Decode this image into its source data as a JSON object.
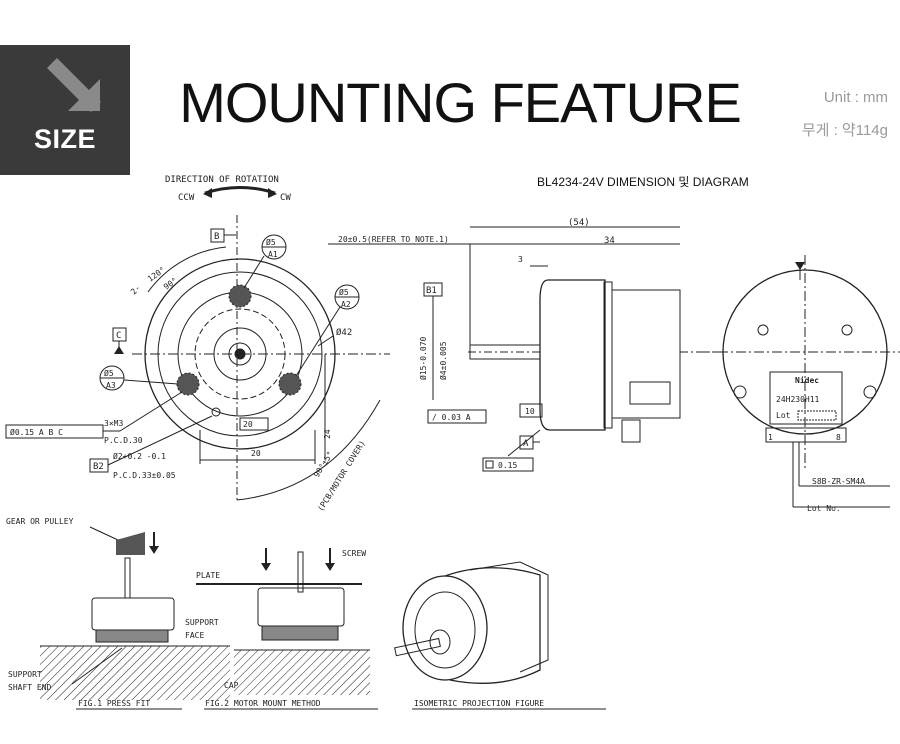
{
  "badge": {
    "label": "SIZE",
    "icon": "arrow-down-right-icon"
  },
  "title": "MOUNTING FEATURE",
  "unit": "Unit : mm",
  "weight": "무게 : 약114g",
  "subtitle": "BL4234-24V  DIMENSION 및 DIAGRAM",
  "front_view": {
    "rotation_title": "DIRECTION OF ROTATION",
    "ccw": "CCW",
    "cw": "CW",
    "datum_b": "B",
    "datum_c": "C",
    "dim_120": "120°",
    "dim_90": "90°",
    "dim_2x": "2-",
    "hole_a1": "Ø5",
    "hole_a1_label": "A1",
    "hole_a2": "Ø5",
    "hole_a2_label": "A2",
    "hole_a3": "Ø5",
    "hole_a3_label": "A3",
    "dia_42": "Ø42",
    "screw": "3×M3",
    "pcd30": "P.C.D.30",
    "tolerance_frame": "Ø0.15 A B C",
    "pin_b2": "B2",
    "pin_dia": "Ø2+0.2 -0.1",
    "pcd_pin": "P.C.D.33±0.05",
    "dim_20_top": "20",
    "dim_20_bottom": "20",
    "dim_24": "24",
    "angle_cover": "90°±5°",
    "cover_note": "(PCB/MOTOR COVER)"
  },
  "side_view": {
    "dim_54": "(54)",
    "dim_34": "34",
    "dim_3": "3",
    "shaft_note": "20±0.5(REFER TO NOTE.1)",
    "datum_b1": "B1",
    "shaft_dia_a": "Ø15-0.070",
    "shaft_dia_b": "Ø4±0.005",
    "runout": "/ 0.03 A",
    "dim_10": "10",
    "datum_a": "A",
    "flatness": "0.15"
  },
  "rear_view": {
    "label_brand": "Nidec",
    "label_code": "24H230H11",
    "label_lot": "Lot",
    "pin_1": "1",
    "pin_8": "8",
    "connector": "S8B-ZR-SM4A",
    "lot_no": "Lot No."
  },
  "figures": {
    "gear": "GEAR OR PULLEY",
    "support_shaft": "SUPPORT",
    "support_shaft_end": "SHAFT END",
    "fig1": "FIG.1 PRESS FIT",
    "plate": "PLATE",
    "screw": "SCREW",
    "support_face": "SUPPORT",
    "support_face_2": "FACE",
    "cap": "CAP",
    "fig2": "FIG.2 MOTOR MOUNT METHOD",
    "fig3": "ISOMETRIC PROJECTION FIGURE"
  }
}
